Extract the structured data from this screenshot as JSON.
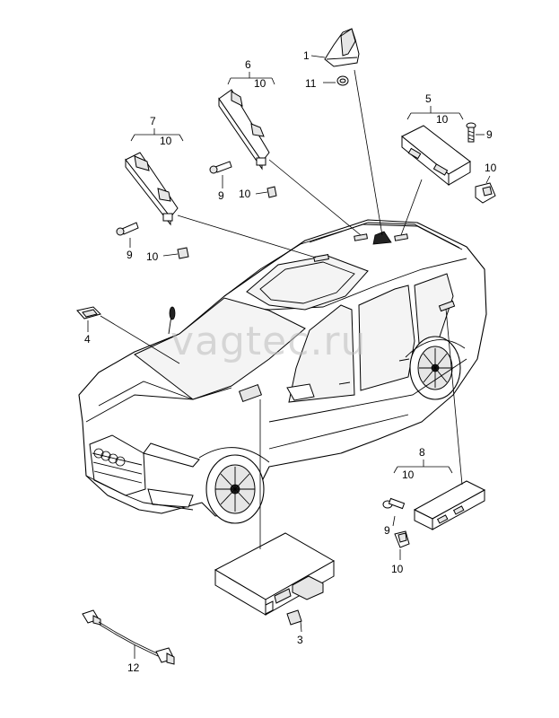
{
  "watermark": "vagtec.ru",
  "callouts": {
    "c1": "1",
    "c3": "3",
    "c4": "4",
    "c5": "5",
    "c5_sub": "10",
    "c6": "6",
    "c6_sub": "10",
    "c7": "7",
    "c7_sub": "10",
    "c8": "8",
    "c8_sub": "10",
    "c9a": "9",
    "c9b": "9",
    "c9c": "9",
    "c9d": "9",
    "c10a": "10",
    "c10b": "10",
    "c10c": "10",
    "c10d": "10",
    "c11": "11",
    "c12": "12"
  }
}
